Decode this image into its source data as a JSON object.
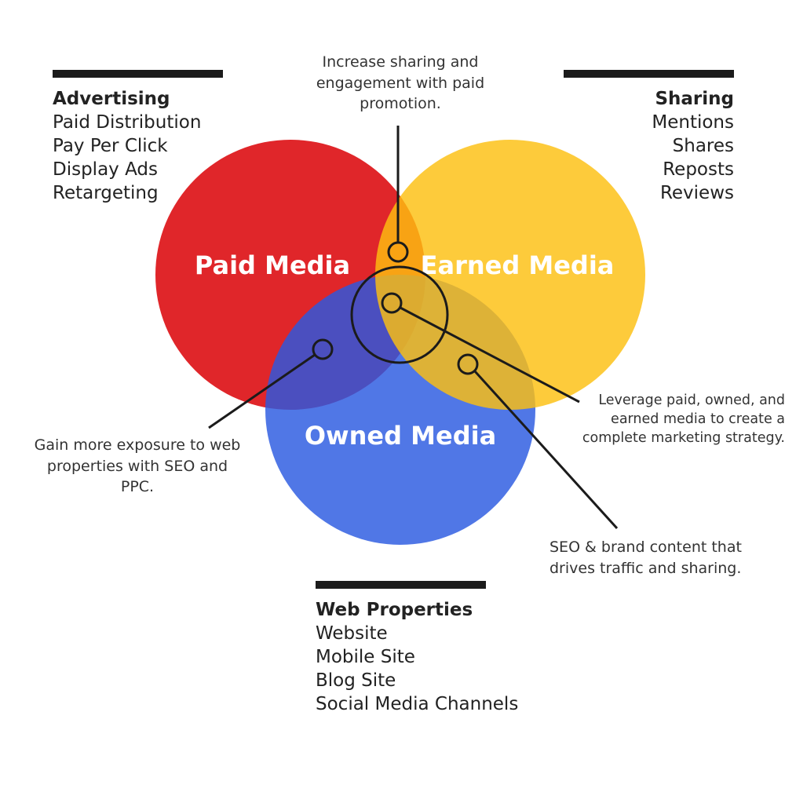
{
  "circles": {
    "paid": {
      "label": "Paid Media",
      "color": "#e0262a"
    },
    "earned": {
      "label": "Earned Media",
      "color": "#fcbf10"
    },
    "owned": {
      "label": "Owned Media",
      "color": "#2a59e0"
    }
  },
  "advertising": {
    "heading": "Advertising",
    "items": [
      "Paid Distribution",
      "Pay Per Click",
      "Display Ads",
      "Retargeting"
    ]
  },
  "sharing": {
    "heading": "Sharing",
    "items": [
      "Mentions",
      "Shares",
      "Reposts",
      "Reviews"
    ]
  },
  "web_properties": {
    "heading": "Web Properties",
    "items": [
      "Website",
      "Mobile Site",
      "Blog Site",
      "Social Media Channels"
    ]
  },
  "callouts": {
    "paid_earned": {
      "lines": [
        "Increase sharing and",
        "engagement with paid",
        "promotion."
      ]
    },
    "paid_owned": {
      "lines": [
        "Gain more exposure to web",
        "properties with SEO and",
        "PPC."
      ]
    },
    "all_three": {
      "lines": [
        "Leverage paid, owned, and",
        "earned media to create a",
        "complete marketing strategy."
      ]
    },
    "owned_earned": {
      "lines": [
        "SEO & brand content that",
        "drives traffic and sharing."
      ]
    }
  },
  "colors": {
    "line": "#1b1b1b",
    "text": "#222222"
  }
}
